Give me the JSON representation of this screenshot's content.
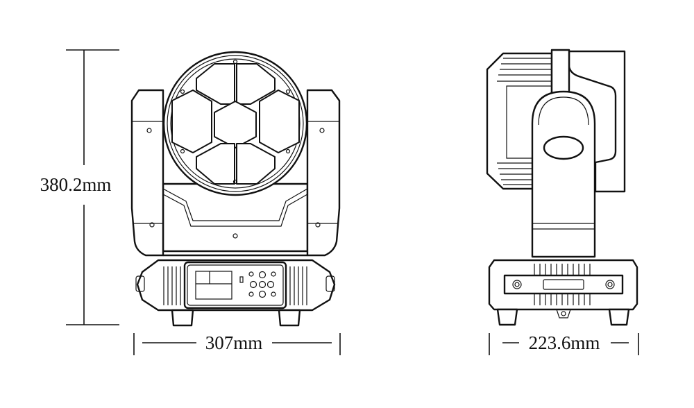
{
  "dimensions": {
    "height": "380.2mm",
    "front_width": "307mm",
    "side_depth": "223.6mm"
  },
  "views": [
    "front-view",
    "side-view"
  ]
}
